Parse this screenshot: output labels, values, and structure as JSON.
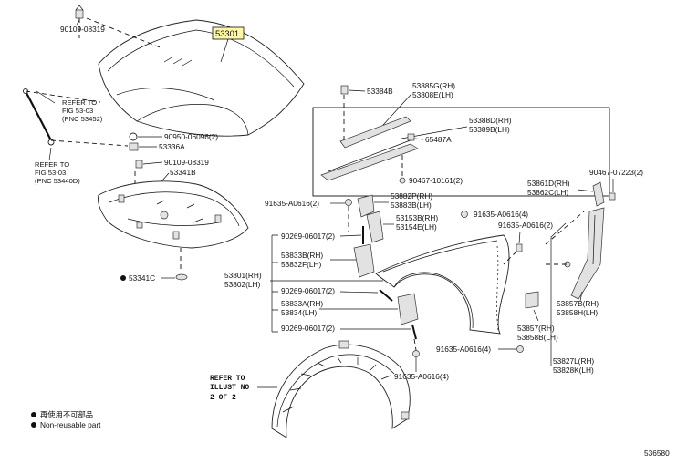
{
  "diagram": {
    "highlight_part": "53301",
    "hood_labels": [
      "90109-08319",
      "90950-06096(2)",
      "53336A",
      "90109-08319",
      "53341B"
    ],
    "refs": [
      [
        "REFER TO",
        "FIG 53-03",
        "(PNC 53452)"
      ],
      [
        "REFER TO",
        "FIG 53-03",
        "(PNC 53440D)"
      ]
    ],
    "seal_labels": [
      "53384B",
      "53885G(RH)",
      "53808E(LH)",
      "53388D(RH)",
      "53389B(LH)",
      "65487A",
      "90467-10161(2)"
    ],
    "fender_left_labels": [
      "91635-A0616(2)",
      "53882P(RH)",
      "53883B(LH)",
      "53153B(RH)",
      "53154E(LH)",
      "91635-A0616(4)",
      "91635-A0616(2)",
      "90269-06017(2)",
      "53833B(RH)",
      "53832F(LH)",
      "53801(RH)",
      "53802(LH)",
      "90269-06017(2)",
      "53833A(RH)",
      "53834(LH)",
      "90269-06017(2)"
    ],
    "bracket_labels": [
      "53861D(RH)",
      "53862C(LH)",
      "90467-07223(2)",
      "53857B(RH)",
      "53858H(LH)",
      "53857(RH)",
      "53858B(LH)",
      "53827L(RH)",
      "53828K(LH)"
    ],
    "liner_labels": [
      "91635-A0616(4)",
      "91635-A0616(4)"
    ],
    "left_misc": [
      "53341C"
    ],
    "refer_to_illust": [
      "REFER TO",
      "ILLUST NO",
      "2 OF 2"
    ],
    "legend": [
      "再使用不可部品",
      "Non-reusable part"
    ],
    "figure_code": "536580"
  }
}
